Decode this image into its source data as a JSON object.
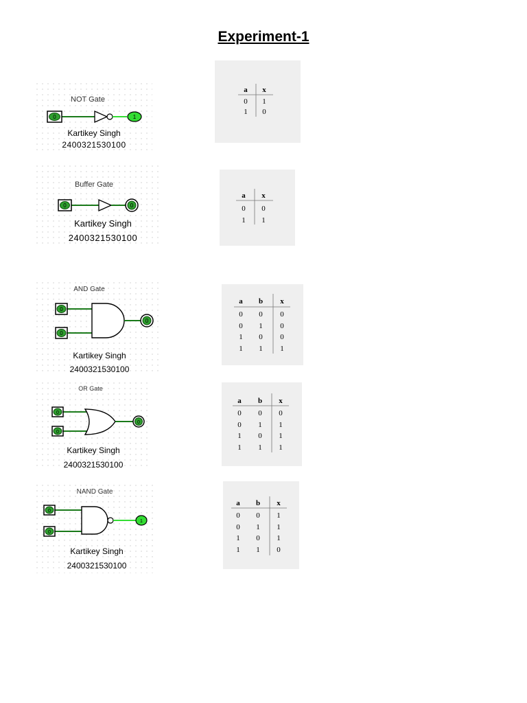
{
  "title": "Experiment-1",
  "author": "Kartikey Singh",
  "roll": "2400321530100",
  "colors": {
    "wire": "#1a7a1a",
    "pin": "#2fa02f",
    "pinBright": "#33dd33",
    "grid": "#c8c8c8",
    "tableBg": "#efefef"
  },
  "gates": [
    {
      "type": "not",
      "label": "NOT Gate",
      "inputs": [
        "0"
      ],
      "output": "1",
      "table": {
        "headers": [
          "a",
          "x"
        ],
        "rows": [
          [
            "0",
            "1"
          ],
          [
            "1",
            "0"
          ]
        ]
      }
    },
    {
      "type": "buffer",
      "label": "Buffer Gate",
      "inputs": [
        "0"
      ],
      "output": "0",
      "table": {
        "headers": [
          "a",
          "x"
        ],
        "rows": [
          [
            "0",
            "0"
          ],
          [
            "1",
            "1"
          ]
        ]
      }
    },
    {
      "type": "and",
      "label": "AND Gate",
      "inputs": [
        "0",
        "0"
      ],
      "output": "0",
      "table": {
        "headers": [
          "a",
          "b",
          "x"
        ],
        "rows": [
          [
            "0",
            "0",
            "0"
          ],
          [
            "0",
            "1",
            "0"
          ],
          [
            "1",
            "0",
            "0"
          ],
          [
            "1",
            "1",
            "1"
          ]
        ]
      }
    },
    {
      "type": "or",
      "label": "OR Gate",
      "inputs": [
        "0",
        "0"
      ],
      "output": "0",
      "table": {
        "headers": [
          "a",
          "b",
          "x"
        ],
        "rows": [
          [
            "0",
            "0",
            "0"
          ],
          [
            "0",
            "1",
            "1"
          ],
          [
            "1",
            "0",
            "1"
          ],
          [
            "1",
            "1",
            "1"
          ]
        ]
      }
    },
    {
      "type": "nand",
      "label": "NAND Gate",
      "inputs": [
        "0",
        "0"
      ],
      "output": "1",
      "table": {
        "headers": [
          "a",
          "b",
          "x"
        ],
        "rows": [
          [
            "0",
            "0",
            "1"
          ],
          [
            "0",
            "1",
            "1"
          ],
          [
            "1",
            "0",
            "1"
          ],
          [
            "1",
            "1",
            "0"
          ]
        ]
      }
    }
  ]
}
